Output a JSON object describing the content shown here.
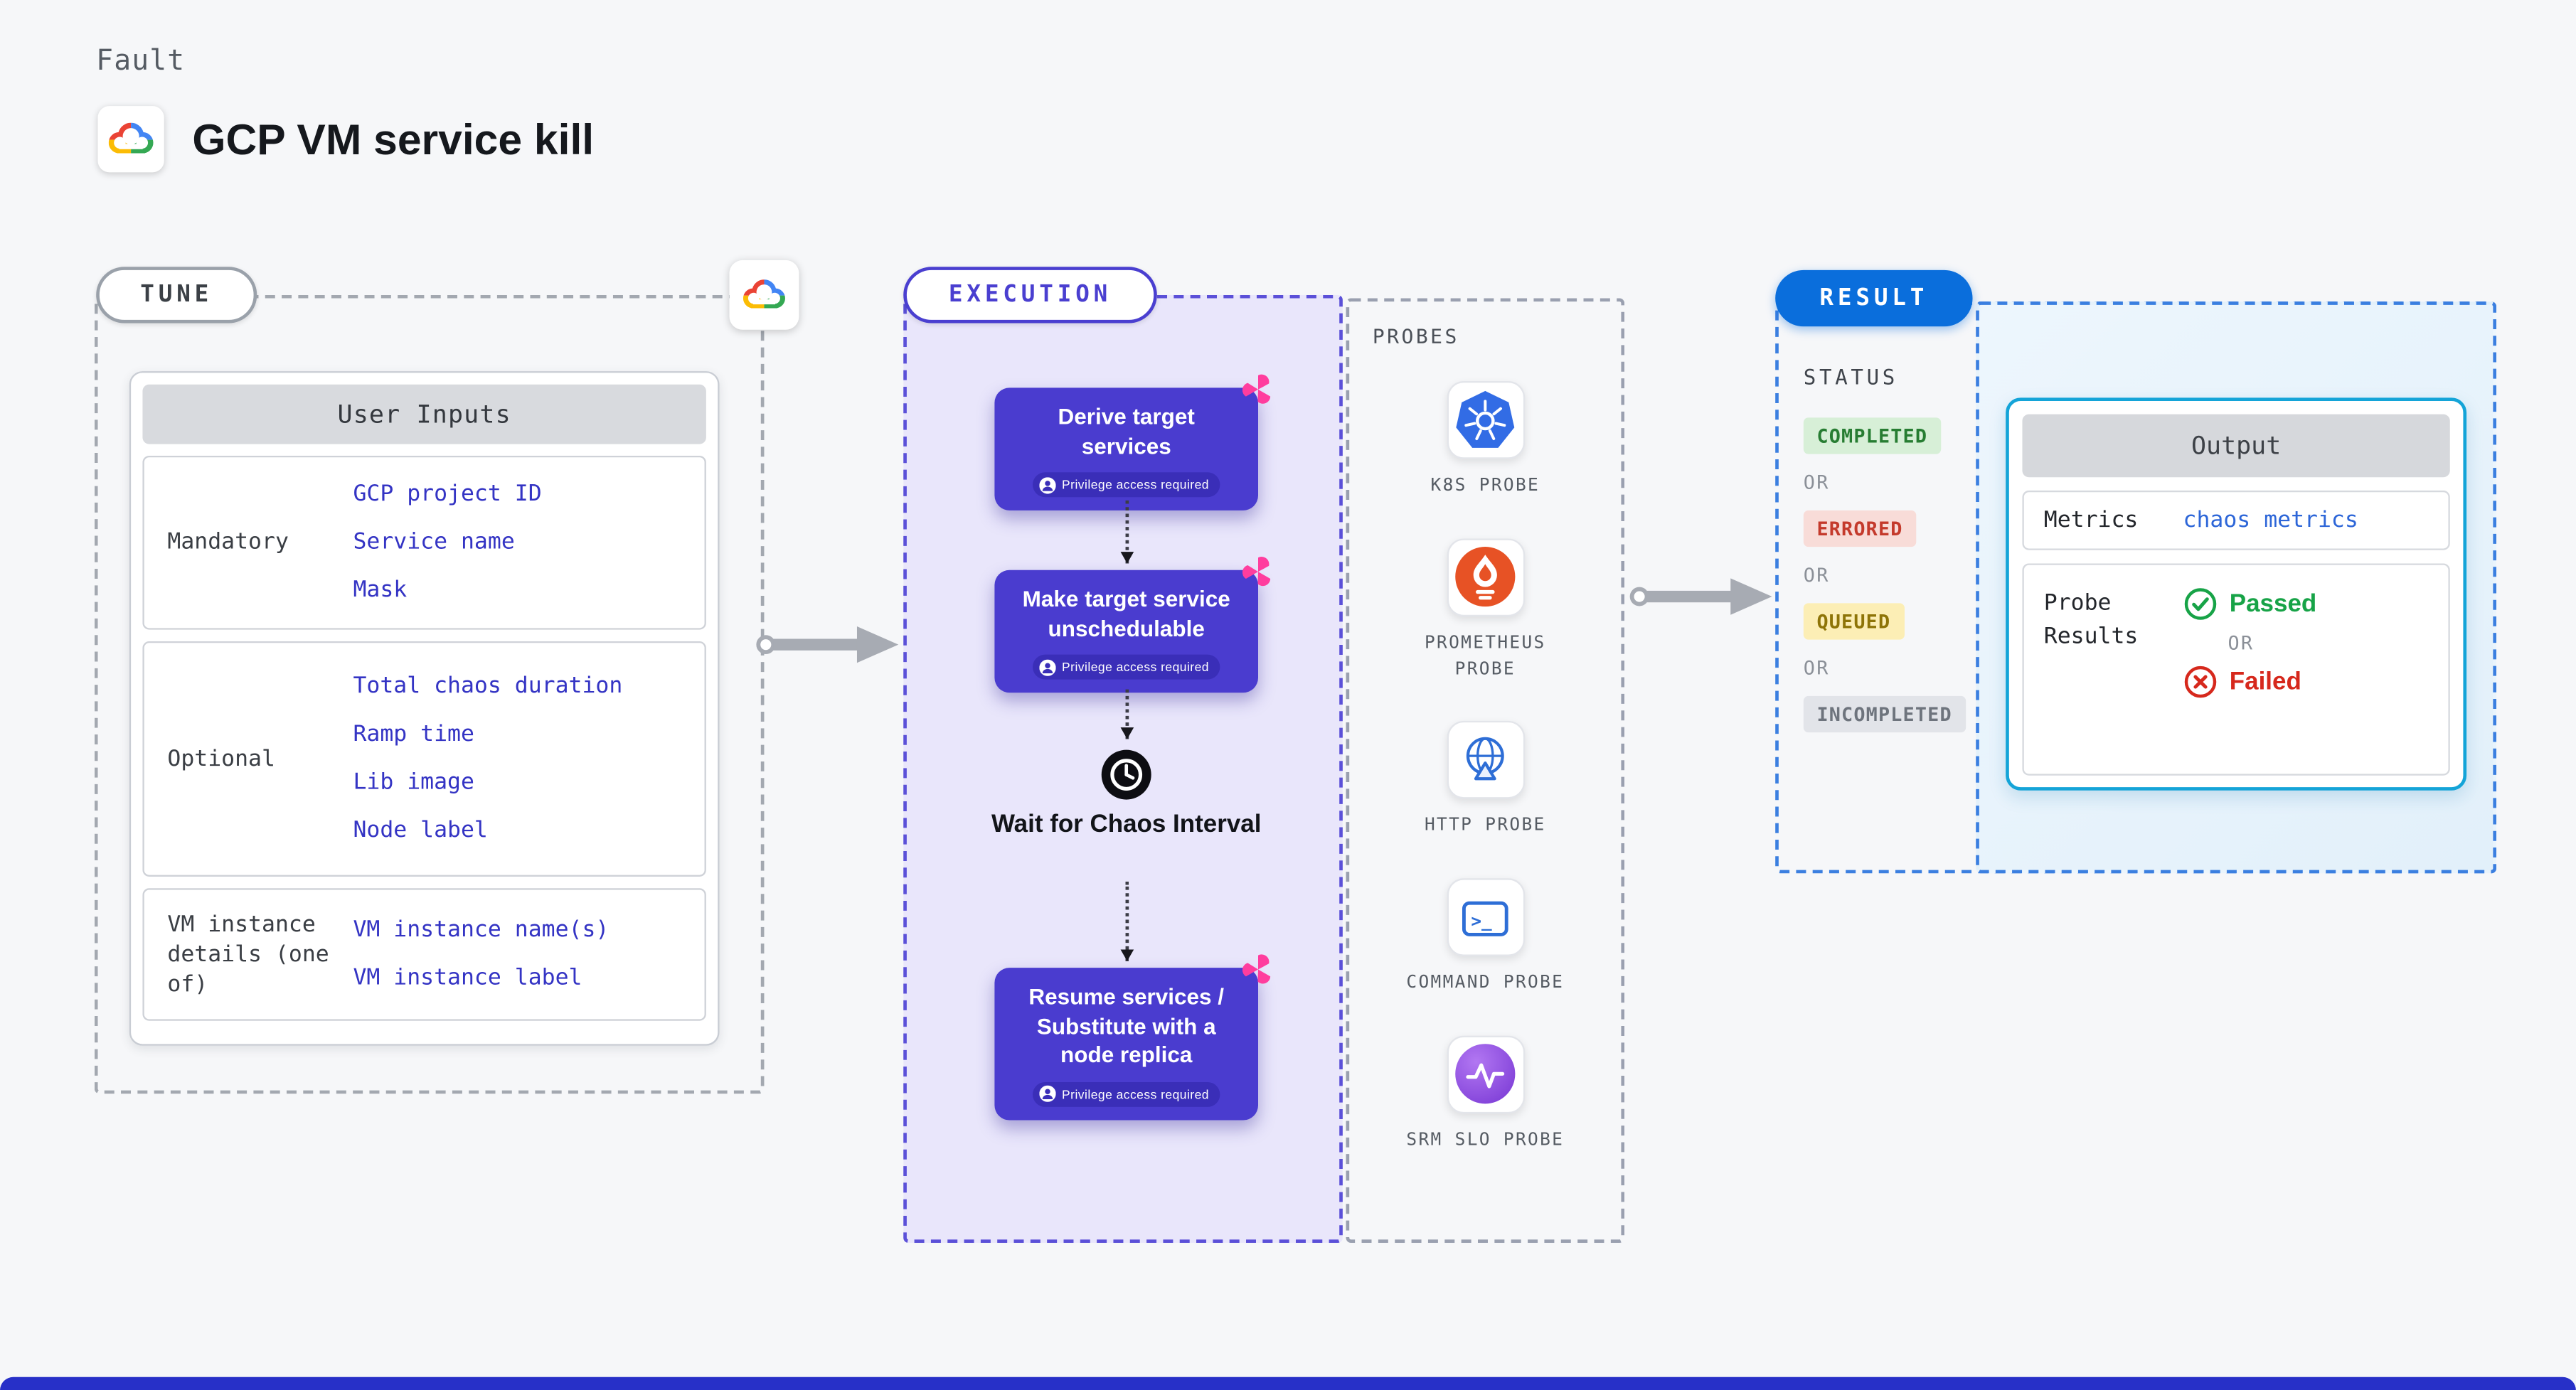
{
  "page": {
    "kicker": "Fault",
    "title": "GCP VM service kill"
  },
  "sections": {
    "tune_label": "TUNE",
    "execution_label": "EXECUTION",
    "result_label": "RESULT"
  },
  "tune": {
    "header": "User Inputs",
    "rows": [
      {
        "label": "Mandatory",
        "values": [
          "GCP project ID",
          "Service name",
          "Mask"
        ]
      },
      {
        "label": "Optional",
        "values": [
          "Total chaos duration",
          "Ramp time",
          "Lib image",
          "Node label"
        ]
      },
      {
        "label": "VM instance details (one of)",
        "values": [
          "VM instance name(s)",
          "VM instance label"
        ]
      }
    ]
  },
  "execution": {
    "steps": [
      {
        "title": "Derive target services",
        "badge": "Privilege access required"
      },
      {
        "title": "Make target service unschedulable",
        "badge": "Privilege access required"
      },
      {
        "title": "Wait for Chaos Interval"
      },
      {
        "title": "Resume services / Substitute with a node replica",
        "badge": "Privilege access required"
      }
    ],
    "probes": {
      "title": "PROBES",
      "items": [
        {
          "label": "K8S PROBE"
        },
        {
          "label": "PROMETHEUS PROBE"
        },
        {
          "label": "HTTP PROBE"
        },
        {
          "label": "COMMAND PROBE",
          "glyph": ">_"
        },
        {
          "label": "SRM SLO PROBE"
        }
      ]
    }
  },
  "result": {
    "status_title": "STATUS",
    "or": "OR",
    "statuses": [
      {
        "label": "COMPLETED"
      },
      {
        "label": "ERRORED"
      },
      {
        "label": "QUEUED"
      },
      {
        "label": "INCOMPLETED"
      }
    ],
    "output": {
      "header": "Output",
      "metrics_label": "Metrics",
      "metrics_value": "chaos metrics",
      "probe_results_label": "Probe Results",
      "passed": "Passed",
      "or": "OR",
      "failed": "Failed"
    }
  },
  "colors": {
    "page_bg": "#f6f7f9",
    "accent_indigo": "#4a3ccf",
    "execution_bg": "#e9e6fb",
    "result_blue": "#0a6edc",
    "output_border": "#14a4d8",
    "link_blue": "#3434c4",
    "metrics_blue": "#2d66d8",
    "pink_chaos": "#ff3d9e",
    "status_completed": "#277d32",
    "status_errored": "#c43a2c",
    "status_queued": "#8e7407",
    "status_incompleted": "#6e747d",
    "passed_green": "#17a347",
    "failed_red": "#d6281c",
    "gcp_blue": "#4285F4",
    "gcp_red": "#EA4335",
    "gcp_yellow": "#FBBC05",
    "gcp_green": "#34A853",
    "k8s_blue": "#326ce5",
    "prometheus_orange": "#e75225"
  }
}
